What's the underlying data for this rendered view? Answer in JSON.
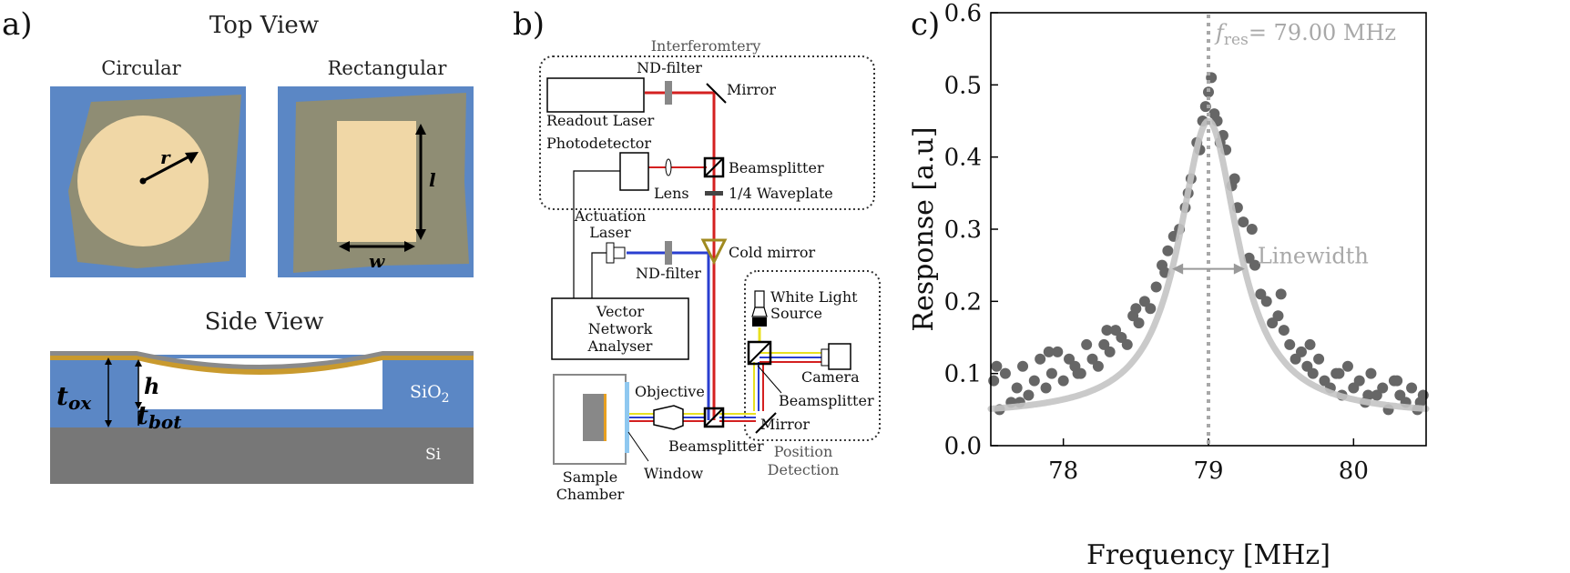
{
  "panel_a": {
    "label": "a)",
    "top_view_title": "Top View",
    "circular_label": "Circular",
    "rectangular_label": "Rectangular",
    "sym_r": "r",
    "sym_l": "l",
    "sym_w": "w",
    "side_view_title": "Side View",
    "sym_t": "t",
    "sub_ox": "ox",
    "sym_h": "h",
    "sub_bot": "bot",
    "sio2": "SiO",
    "sio2_sub": "2",
    "si": "Si",
    "colors": {
      "substrate_blue": "#5b87c5",
      "flake": "#8f8d74",
      "membrane": "#f0d7a6",
      "gold": "#c99a2e",
      "si_grey": "#777777"
    }
  },
  "panel_b": {
    "label": "b)",
    "interferometry_title": "Interferomtery",
    "nd_filter_top": "ND-filter",
    "mirror_top": "Mirror",
    "readout_laser": "Readout Laser",
    "photodetector": "Photodetector",
    "beamsplitter_top": "Beamsplitter",
    "lens": "Lens",
    "waveplate": "1/4 Waveplate",
    "actuation_laser_1": "Actuation",
    "actuation_laser_2": "Laser",
    "nd_filter_mid": "ND-filter",
    "cold_mirror": "Cold mirror",
    "vna_1": "Vector",
    "vna_2": "Network",
    "vna_3": "Analyser",
    "white_light_1": "White Light",
    "white_light_2": "Source",
    "camera": "Camera",
    "beamsplitter_right": "Beamsplitter",
    "mirror_bottom": "Mirror",
    "objective": "Objective",
    "beamsplitter_bottom": "Beamsplitter",
    "window": "Window",
    "sample_chamber_1": "Sample",
    "sample_chamber_2": "Chamber",
    "position_detection_1": "Position",
    "position_detection_2": "Detection",
    "colors": {
      "red": "#d42020",
      "blue": "#2a3fd0",
      "yellow": "#e8e020",
      "cold_mirror": "#a08a20",
      "window": "#8fc8f0"
    }
  },
  "panel_c": {
    "label": "c)",
    "annotation_f": "f",
    "annotation_sub": "res",
    "annotation_value": "= 79.00 MHz",
    "linewidth_label": "Linewidth",
    "colors": {
      "points": "#666666",
      "fit": "#c4c4c4",
      "marker_line": "#a8a8a8"
    }
  },
  "chart_data": {
    "type": "scatter",
    "xlabel": "Frequency [MHz]",
    "ylabel": "Response [a.u]",
    "xlim": [
      77.5,
      80.5
    ],
    "ylim": [
      0.0,
      0.6
    ],
    "xticks": [
      78,
      79,
      80
    ],
    "xtick_labels": [
      "78",
      "79",
      "80"
    ],
    "yticks": [
      0.0,
      0.1,
      0.2,
      0.3,
      0.4,
      0.5,
      0.6
    ],
    "ytick_labels": [
      "0.0",
      "0.1",
      "0.2",
      "0.3",
      "0.4",
      "0.5",
      "0.6"
    ],
    "resonance_frequency": 79.0,
    "fit": {
      "model": "lorentzian",
      "x0": 79.0,
      "amplitude": 0.41,
      "fwhm": 0.5,
      "offset": 0.04
    },
    "series": [
      {
        "x": [
          77.52,
          77.56,
          77.6,
          77.64,
          77.68,
          77.72,
          77.76,
          77.8,
          77.84,
          77.88,
          77.92,
          77.96,
          78.0,
          78.04,
          78.08,
          78.12,
          78.16,
          78.2,
          78.24,
          78.28,
          78.32,
          78.36,
          78.4,
          78.44,
          78.48,
          78.52,
          78.56,
          78.6,
          78.64,
          78.68,
          78.72,
          78.76,
          78.8,
          78.84,
          78.88,
          78.92,
          78.96,
          79.0,
          79.02,
          79.04,
          79.08,
          79.12,
          79.16,
          79.2,
          79.24,
          79.28,
          79.32,
          79.36,
          79.4,
          79.44,
          79.48,
          79.52,
          79.56,
          79.6,
          79.64,
          79.68,
          79.72,
          79.76,
          79.8,
          79.84,
          79.88,
          79.92,
          79.96,
          80.0,
          80.04,
          80.08,
          80.12,
          80.16,
          80.2,
          80.24,
          80.28,
          80.32,
          80.36,
          80.4,
          80.44,
          80.48,
          77.54,
          77.7,
          77.9,
          78.1,
          78.3,
          78.5,
          78.7,
          78.86,
          78.94,
          78.98,
          79.06,
          79.1,
          79.18,
          79.3,
          79.5,
          79.7,
          79.9,
          80.1,
          80.3,
          80.46
        ],
        "y": [
          0.09,
          0.05,
          0.1,
          0.06,
          0.08,
          0.11,
          0.07,
          0.09,
          0.12,
          0.08,
          0.1,
          0.13,
          0.09,
          0.12,
          0.11,
          0.1,
          0.14,
          0.12,
          0.11,
          0.14,
          0.13,
          0.16,
          0.15,
          0.14,
          0.18,
          0.17,
          0.2,
          0.19,
          0.22,
          0.25,
          0.27,
          0.29,
          0.3,
          0.33,
          0.37,
          0.42,
          0.45,
          0.49,
          0.51,
          0.46,
          0.42,
          0.41,
          0.36,
          0.33,
          0.31,
          0.26,
          0.25,
          0.21,
          0.2,
          0.17,
          0.18,
          0.16,
          0.14,
          0.12,
          0.13,
          0.11,
          0.1,
          0.12,
          0.09,
          0.08,
          0.1,
          0.07,
          0.11,
          0.08,
          0.09,
          0.06,
          0.1,
          0.07,
          0.08,
          0.05,
          0.09,
          0.07,
          0.06,
          0.08,
          0.05,
          0.07,
          0.11,
          0.06,
          0.13,
          0.1,
          0.16,
          0.19,
          0.24,
          0.35,
          0.41,
          0.47,
          0.45,
          0.43,
          0.37,
          0.3,
          0.21,
          0.14,
          0.1,
          0.07,
          0.09,
          0.06
        ]
      }
    ]
  }
}
